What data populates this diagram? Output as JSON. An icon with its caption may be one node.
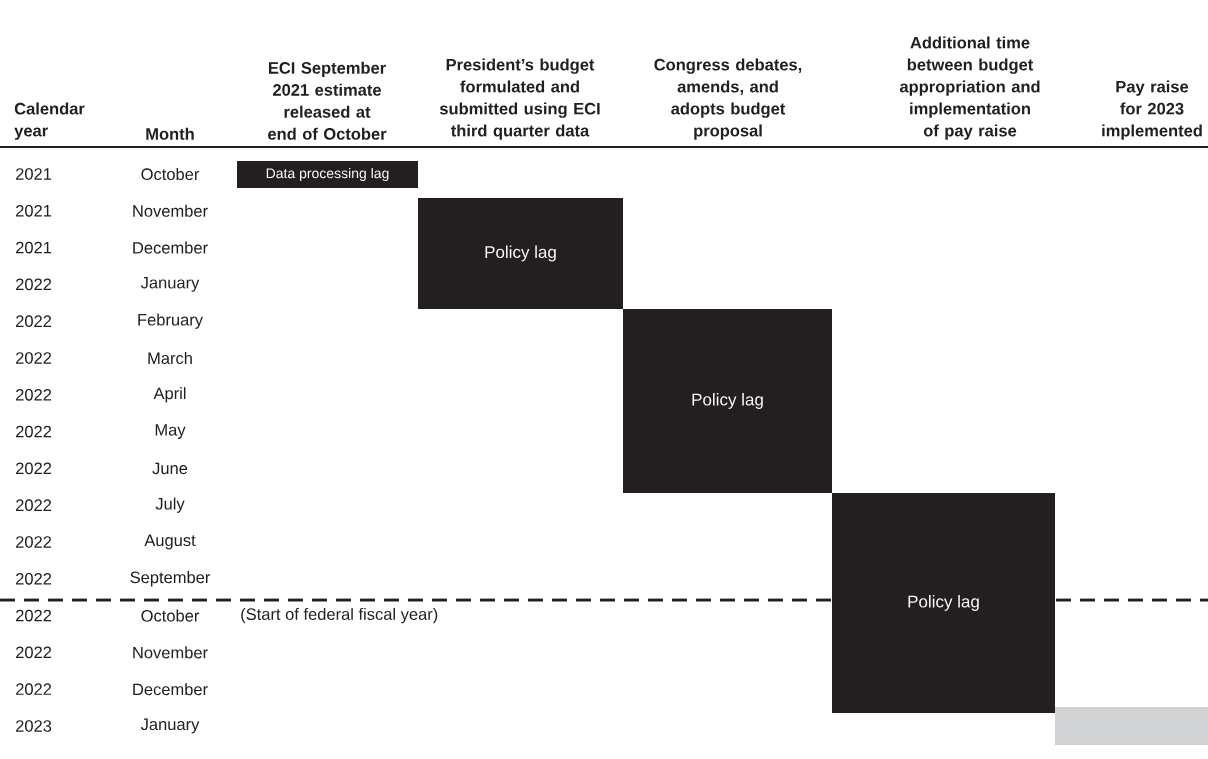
{
  "diagram": {
    "nodes": [
      {
        "text": [
          "Data processing lag"
        ]
      },
      {
        "text": [
          "Policy lag"
        ]
      },
      {
        "text": [
          "Policy lag"
        ]
      },
      {
        "text": [
          "Policy lag"
        ]
      },
      {
        "text": [],
        "shape": "bar"
      }
    ],
    "labels": [
      "Calendar year",
      "Month",
      "ECI September 2021 estimate released at end of October",
      "President’s budget formulated and submitted using ECI third quarter data",
      "Congress debates, amends, and adopts budget proposal",
      "Additional time between budget appropriation and implementation of pay raise",
      "Pay raise for 2023 implemented",
      "2021",
      "October",
      "2021",
      "November",
      "2021",
      "December",
      "2022",
      "January",
      "2022",
      "February",
      "2022",
      "March",
      "2022",
      "April",
      "2022",
      "May",
      "2022",
      "June",
      "2022",
      "July",
      "2022",
      "August",
      "2022",
      "September",
      "2022",
      "October",
      "(Start of federal fiscal year)",
      "2022",
      "November",
      "2022",
      "December",
      "2023",
      "January"
    ]
  }
}
